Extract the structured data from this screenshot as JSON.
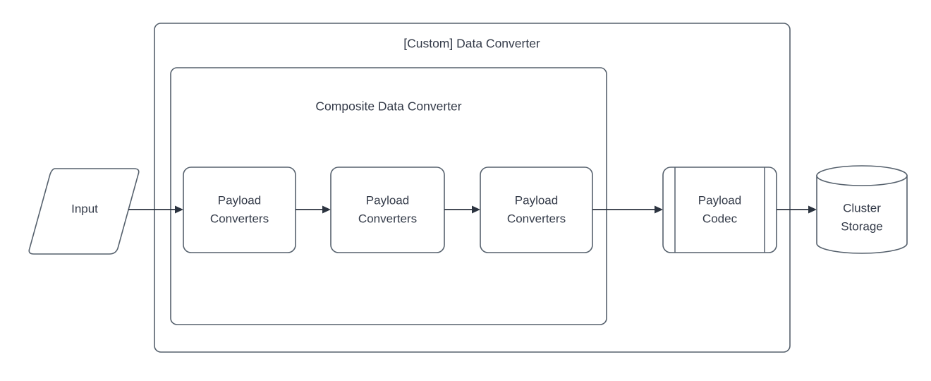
{
  "diagram": {
    "title": "[Custom] Data Converter",
    "type": "flowchart",
    "containers": [
      {
        "id": "custom-data-converter",
        "label": "[Custom] Data Converter",
        "shape": "rounded-rectangle"
      },
      {
        "id": "composite-data-converter",
        "label": "Composite Data Converter",
        "shape": "rounded-rectangle"
      }
    ],
    "nodes": [
      {
        "id": "input",
        "label": "Input",
        "shape": "parallelogram"
      },
      {
        "id": "payload-converters-1",
        "label_line1": "Payload",
        "label_line2": "Converters",
        "shape": "rounded-rectangle"
      },
      {
        "id": "payload-converters-2",
        "label_line1": "Payload",
        "label_line2": "Converters",
        "shape": "rounded-rectangle"
      },
      {
        "id": "payload-converters-3",
        "label_line1": "Payload",
        "label_line2": "Converters",
        "shape": "rounded-rectangle"
      },
      {
        "id": "payload-codec",
        "label_line1": "Payload",
        "label_line2": "Codec",
        "shape": "subroutine"
      },
      {
        "id": "cluster-storage",
        "label_line1": "Cluster",
        "label_line2": "Storage",
        "shape": "cylinder"
      }
    ],
    "edges": [
      {
        "from": "input",
        "to": "payload-converters-1",
        "arrow": "single"
      },
      {
        "from": "payload-converters-1",
        "to": "payload-converters-2",
        "arrow": "single"
      },
      {
        "from": "payload-converters-2",
        "to": "payload-converters-3",
        "arrow": "single"
      },
      {
        "from": "payload-converters-3",
        "to": "payload-codec",
        "arrow": "single"
      },
      {
        "from": "payload-codec",
        "to": "cluster-storage",
        "arrow": "single"
      }
    ],
    "colors": {
      "shape_stroke": "#56616d",
      "connector": "#2b333f",
      "text": "#333a48",
      "background": "#ffffff"
    }
  }
}
